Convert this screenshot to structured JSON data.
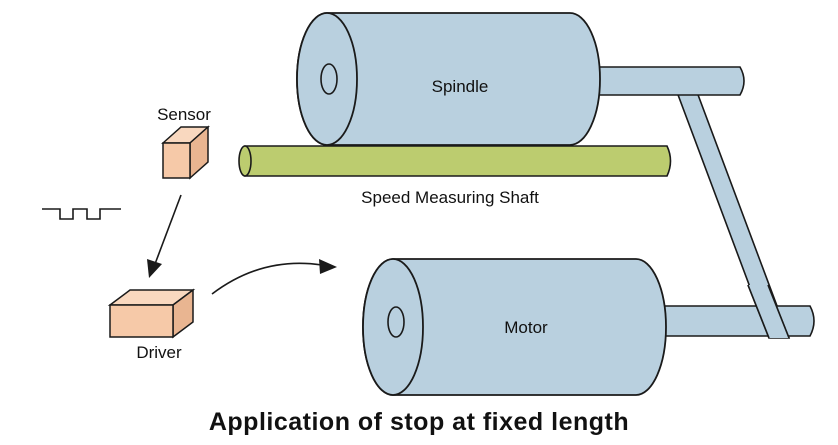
{
  "labels": {
    "spindle": "Spindle",
    "sensor": "Sensor",
    "shaft": "Speed Measuring Shaft",
    "motor": "Motor",
    "driver": "Driver"
  },
  "caption": "Application of stop at fixed length",
  "colors": {
    "cylinder_fill": "#b9d0df",
    "shaft_fill": "#bccc6f",
    "box_fill": "#f6c9a8",
    "stroke": "#1a1a1a"
  }
}
